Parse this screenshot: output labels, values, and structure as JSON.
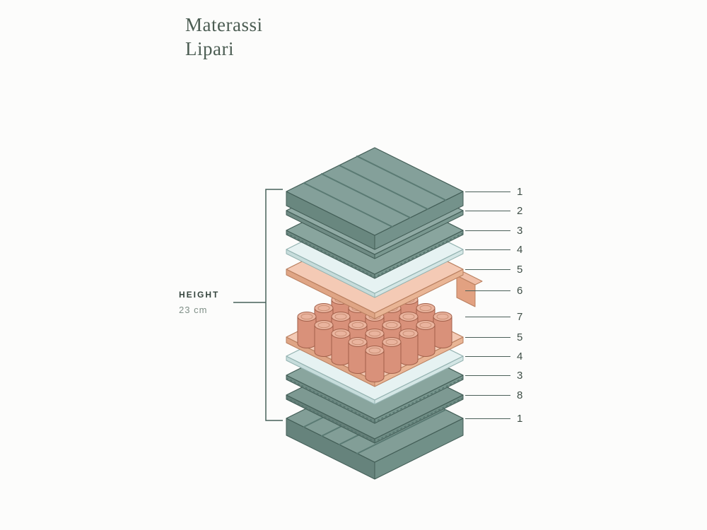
{
  "title": {
    "line1": "Materassi",
    "line2": "Lipari"
  },
  "height": {
    "label": "HEIGHT",
    "value": "23 cm"
  },
  "callouts": [
    "1",
    "2",
    "3",
    "4",
    "5",
    "6",
    "7",
    "5",
    "4",
    "3",
    "8",
    "1"
  ],
  "palette": {
    "teal_top": "#84a09a",
    "teal_side": "#69877f",
    "teal_outline": "#425d56",
    "light_blue": "#e6f2f2",
    "salmon": "#f4cab5",
    "salmon_side": "#dfa585",
    "coil": "#d9917a",
    "coil_outline": "#a2604a",
    "line_color": "#4a5f58",
    "text_color": "#4c5d53"
  }
}
